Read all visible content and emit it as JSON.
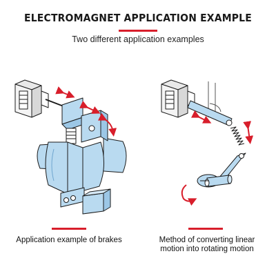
{
  "header": {
    "title": "ELECTROMAGNET APPLICATION EXAMPLE",
    "subtitle": "Two different application examples"
  },
  "panels": [
    {
      "caption": "Application example of brakes"
    },
    {
      "caption_line1": "Method of converting linear",
      "caption_line2": "motion into rotating motion"
    }
  ],
  "colors": {
    "accent": "#d81e2b",
    "part_fill": "#b9daf0",
    "outline": "#1a1a1a"
  },
  "icons": [
    "solenoid-icon",
    "motion-arrow-icon",
    "rotation-arrow-icon",
    "spring-icon"
  ]
}
